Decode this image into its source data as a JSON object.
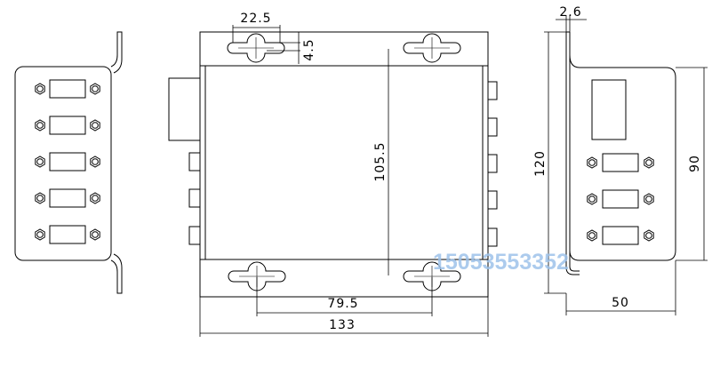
{
  "dimensions": {
    "top_hole_spacing": "22.5",
    "top_hole_offset": "4.5",
    "inner_height": "105.5",
    "bottom_hole_spacing": "79.5",
    "overall_width": "133",
    "flange_thickness": "2.6",
    "side_height": "120",
    "body_height": "90",
    "side_depth": "50"
  },
  "watermark": "15053553352",
  "colors": {
    "line": "#000000",
    "watermark": "#9ec3ea",
    "background": "#ffffff"
  }
}
